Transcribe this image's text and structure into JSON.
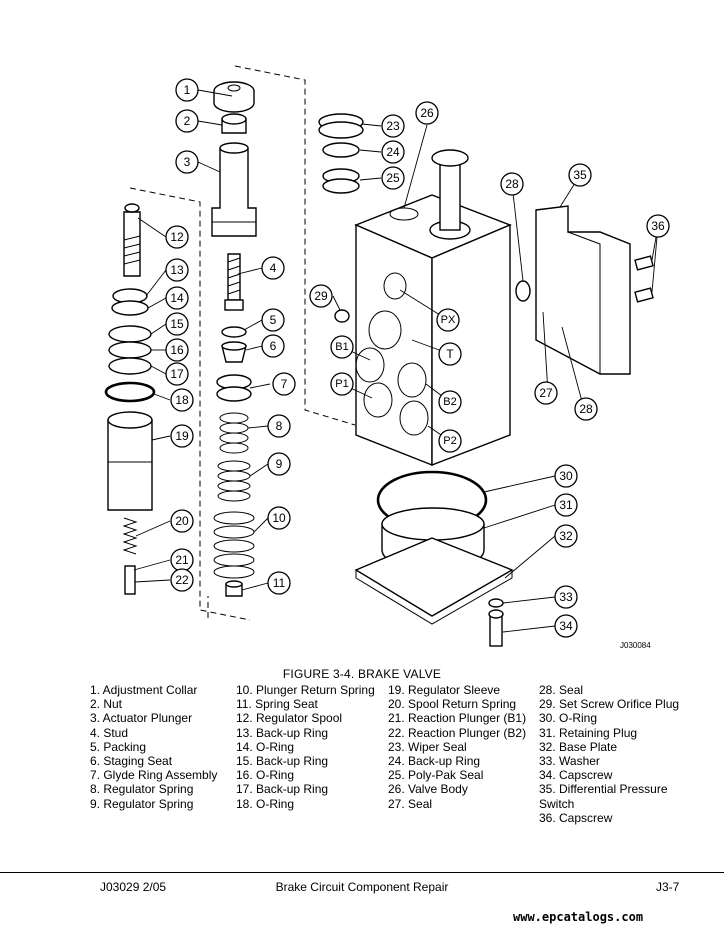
{
  "figure": {
    "caption": "FIGURE 3-4. BRAKE VALVE",
    "drawing_number": "J030084",
    "callouts": [
      "1",
      "2",
      "3",
      "4",
      "5",
      "6",
      "7",
      "8",
      "9",
      "10",
      "11",
      "12",
      "13",
      "14",
      "15",
      "16",
      "17",
      "18",
      "19",
      "20",
      "21",
      "22",
      "23",
      "24",
      "25",
      "26",
      "27",
      "28",
      "29",
      "30",
      "31",
      "32",
      "33",
      "34",
      "35",
      "36"
    ],
    "port_labels": [
      "PX",
      "T",
      "B1",
      "B2",
      "P1",
      "P2"
    ]
  },
  "legend": {
    "col1": [
      "1. Adjustment Collar",
      "2. Nut",
      "3. Actuator Plunger",
      "4. Stud",
      "5. Packing",
      "6. Staging Seat",
      "7. Glyde Ring Assembly",
      "8. Regulator Spring",
      "9. Regulator Spring"
    ],
    "col2": [
      "10. Plunger Return Spring",
      "11. Spring Seat",
      "12. Regulator Spool",
      "13. Back-up Ring",
      "14. O-Ring",
      "15. Back-up Ring",
      "16. O-Ring",
      "17. Back-up Ring",
      "18. O-Ring"
    ],
    "col3": [
      "19. Regulator Sleeve",
      "20. Spool Return Spring",
      "21. Reaction Plunger (B1)",
      "22. Reaction Plunger (B2)",
      "23. Wiper Seal",
      "24. Back-up Ring",
      "25. Poly-Pak Seal",
      "26. Valve Body",
      "27. Seal"
    ],
    "col4": [
      "28. Seal",
      "29. Set Screw Orifice Plug",
      "30. O-Ring",
      "31. Retaining Plug",
      "32. Base Plate",
      "33. Washer",
      "34. Capscrew",
      "35. Differential     Pressure Switch",
      "36. Capscrew"
    ]
  },
  "footer": {
    "doc_id": "J03029  2/05",
    "section": "Brake Circuit Component Repair",
    "page": "J3-7",
    "watermark": "www.epcatalogs.com"
  }
}
